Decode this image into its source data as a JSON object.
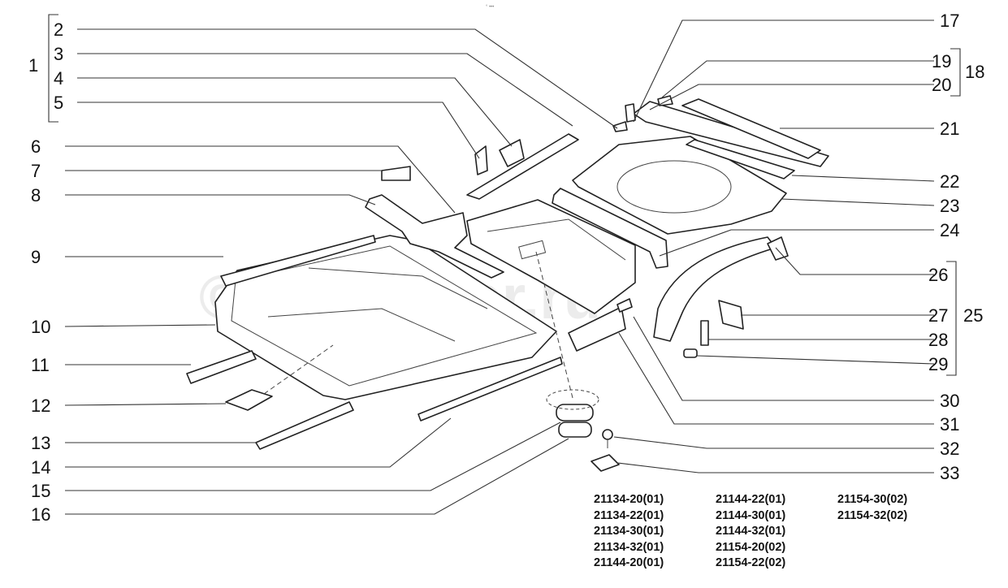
{
  "top_mark": "° •••",
  "watermark": "© autopiter.ru",
  "callouts": {
    "c1": "1",
    "c2": "2",
    "c3": "3",
    "c4": "4",
    "c5": "5",
    "c6": "6",
    "c7": "7",
    "c8": "8",
    "c9": "9",
    "c10": "10",
    "c11": "11",
    "c12": "12",
    "c13": "13",
    "c14": "14",
    "c15": "15",
    "c16": "16",
    "c17": "17",
    "c18": "18",
    "c19": "19",
    "c20": "20",
    "c21": "21",
    "c22": "22",
    "c23": "23",
    "c24": "24",
    "c25": "25",
    "c26": "26",
    "c27": "27",
    "c28": "28",
    "c29": "29",
    "c30": "30",
    "c31": "31",
    "c32": "32",
    "c33": "33"
  },
  "model_codes": [
    "21134-20(01)",
    "21144-22(01)",
    "21154-30(02)",
    "21134-22(01)",
    "21144-30(01)",
    "21154-32(02)",
    "21134-30(01)",
    "21144-32(01)",
    "",
    "21134-32(01)",
    "21154-20(02)",
    "",
    "21144-20(01)",
    "21154-22(02)",
    ""
  ]
}
